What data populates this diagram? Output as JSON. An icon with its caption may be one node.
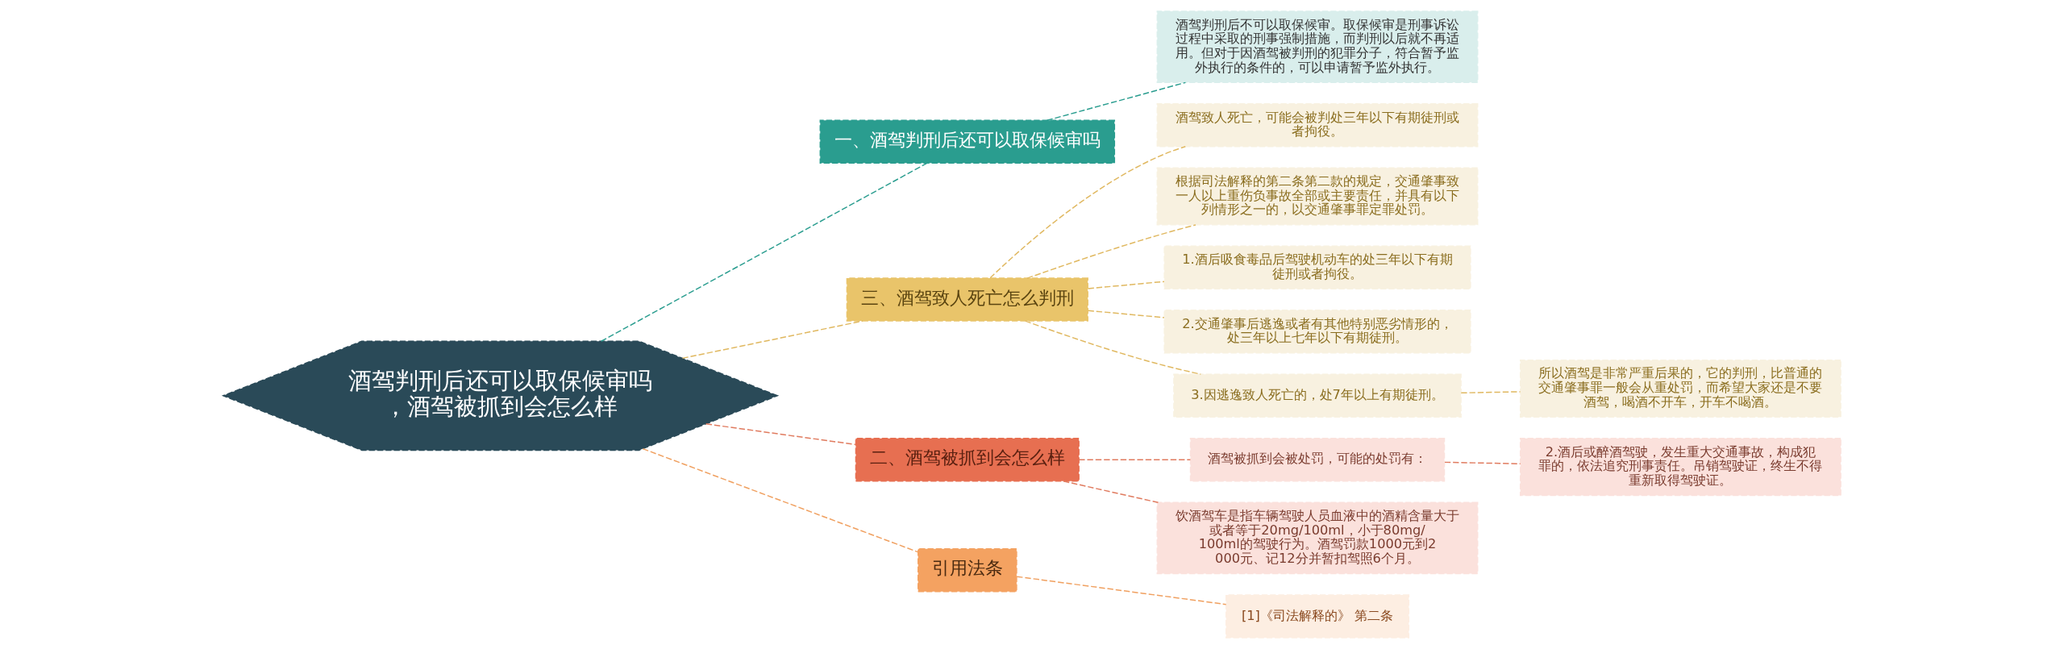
{
  "diagram": {
    "nodes": [
      {
        "text": [
          "酒驾判刑后还可以取保候审吗，酒驾被抓到会怎么样"
        ]
      },
      {
        "text": [
          "一、酒驾判刑后还可以取保候审吗"
        ]
      },
      {
        "text": [
          "酒驾判刑后不可以取保候审。取保候审是刑事诉讼过程中采取的刑事强制措施，而判刑以后就不再适用。但对于因酒驾被判刑的犯罪分子，符合暂予监外执行的条件的，可以申请暂予监外执行。"
        ]
      },
      {
        "text": [
          "三、酒驾致人死亡怎么判刑"
        ]
      },
      {
        "text": [
          "酒驾致人死亡，可能会被判处三年以下有期徒刑或者拘役。"
        ]
      },
      {
        "text": [
          "根据司法解释的第二条第二款的规定，交通肇事致一人以上重伤负事故全部或主要责任，并具有以下列情形之一的，以交通肇事罪定罪处罚。"
        ]
      },
      {
        "text": [
          "1.酒后吸食毒品后驾驶机动车的处三年以下有期徒刑或者拘役。"
        ]
      },
      {
        "text": [
          "2.交通肇事后逃逸或者有其他特别恶劣情形的，处三年以上七年以下有期徒刑。"
        ]
      },
      {
        "text": [
          "3.因逃逸致人死亡的，处7年以上有期徒刑。"
        ]
      },
      {
        "text": [
          "所以酒驾是非常严重后果的，它的判刑，比普通的交通肇事罪一般会从重处罚，而希望大家还是不要酒驾，喝酒不开车，开车不喝酒。"
        ]
      },
      {
        "text": [
          "二、酒驾被抓到会怎么样"
        ]
      },
      {
        "text": [
          "酒驾被抓到会被处罚，可能的处罚有："
        ]
      },
      {
        "text": [
          "2.酒后或醉酒驾驶，发生重大交通事故，构成犯罪的，依法追究刑事责任。吊销驾驶证，终生不得重新取得驾驶证。"
        ]
      },
      {
        "text": [
          "饮酒驾车是指车辆驾驶人员血液中的酒精含量大于或者等于20mg/100ml，小于80mg/100ml的驾驶行为。酒驾罚款1000元到2000元、记12分并暂扣驾照6个月。"
        ]
      },
      {
        "text": [
          "引用法条"
        ]
      },
      {
        "text": [
          "[1]《司法解释的》 第二条"
        ]
      }
    ],
    "edges": [
      {
        "from": 0,
        "to": 1,
        "arrow": "none",
        "style": "dashed",
        "color": "#2a9d8f"
      },
      {
        "from": 1,
        "to": 2,
        "arrow": "none",
        "style": "dashed",
        "color": "#2a9d8f"
      },
      {
        "from": 0,
        "to": 3,
        "arrow": "none",
        "style": "dashed"
      },
      {
        "from": 3,
        "to": 4,
        "arrow": "none",
        "style": "dashed"
      },
      {
        "from": 3,
        "to": 5,
        "arrow": "none",
        "style": "dashed"
      },
      {
        "from": 3,
        "to": 6,
        "arrow": "none",
        "style": "dashed"
      },
      {
        "from": 3,
        "to": 7,
        "arrow": "none",
        "style": "dashed"
      },
      {
        "from": 3,
        "to": 8,
        "arrow": "none",
        "style": "dashed"
      },
      {
        "from": 8,
        "to": 9,
        "arrow": "none",
        "style": "dashed"
      },
      {
        "from": 0,
        "to": 10,
        "arrow": "none",
        "style": "dashed",
        "color": "#e07b5f"
      },
      {
        "from": 10,
        "to": 11,
        "arrow": "none",
        "style": "dashed",
        "color": "#e07b5f"
      },
      {
        "from": 11,
        "to": 12,
        "arrow": "none",
        "style": "dashed",
        "color": "#e07b5f"
      },
      {
        "from": 10,
        "to": 13,
        "arrow": "none",
        "style": "dashed",
        "color": "#e07b5f"
      },
      {
        "from": 0,
        "to": 14,
        "arrow": "none",
        "style": "dashed",
        "color": "#f0a060"
      },
      {
        "from": 14,
        "to": 15,
        "arrow": "none",
        "style": "dashed",
        "color": "#f0a060"
      }
    ]
  }
}
